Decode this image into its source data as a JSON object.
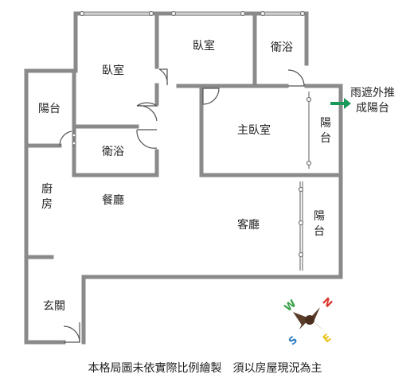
{
  "rooms": {
    "bedroom_1": "臥室",
    "bedroom_2": "臥室",
    "bathroom_1": "衛浴",
    "bathroom_2": "衛浴",
    "master_bedroom": "主臥室",
    "balcony_left": "陽台",
    "balcony_master": "陽台",
    "balcony_living": "陽台",
    "kitchen": "廚房",
    "dining": "餐廳",
    "living": "客廳",
    "entrance": "玄關"
  },
  "annotation": {
    "text_line1": "雨遮外推",
    "text_line2": "成陽台",
    "arrow_color": "#1a9a5a"
  },
  "compass": {
    "n": "N",
    "e": "E",
    "s": "S",
    "w": "W",
    "colors": {
      "n": "#d9362b",
      "e": "#e8c21a",
      "s": "#2a7dc4",
      "w": "#35a046",
      "needle": "#5a3e2b"
    }
  },
  "footer": "本格局圖未依實際比例繪製　須以房屋現況為主",
  "colors": {
    "wall": "#8a8a8a"
  }
}
